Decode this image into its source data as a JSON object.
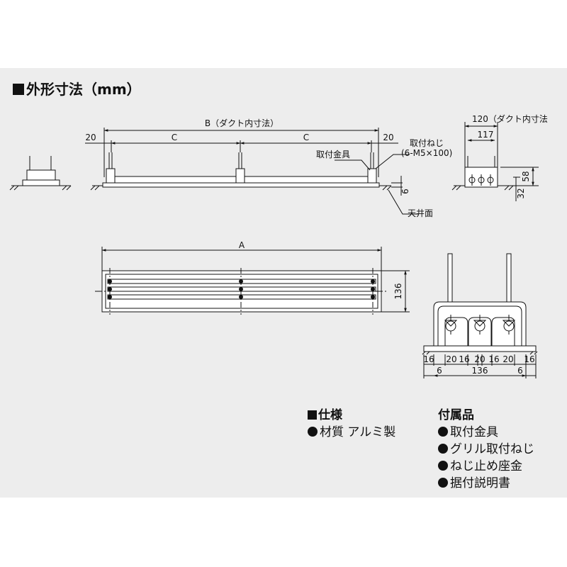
{
  "title": "外形寸法（mm）",
  "dimensions": {
    "b_label": "B（ダクト内寸法）",
    "c_label": "C",
    "end_20": "20",
    "a_label": "A",
    "h136": "136",
    "duct_120": "120（ダクト内寸法",
    "w117": "117",
    "h58": "58",
    "h32": "32",
    "h6": "6",
    "seg16": "16",
    "seg20": "20",
    "bottom6": "6",
    "bottom136": "136"
  },
  "callouts": {
    "bracket": "取付金具",
    "screw": "取付ねじ",
    "screw_spec": "(6-M5×100)",
    "ceiling": "天井面"
  },
  "spec": {
    "heading": "仕様",
    "items": [
      "材質 アルミ製"
    ]
  },
  "accessories": {
    "heading": "付属品",
    "items": [
      "取付金具",
      "グリル取付ねじ",
      "ねじ止め座金",
      "据付説明書"
    ]
  }
}
